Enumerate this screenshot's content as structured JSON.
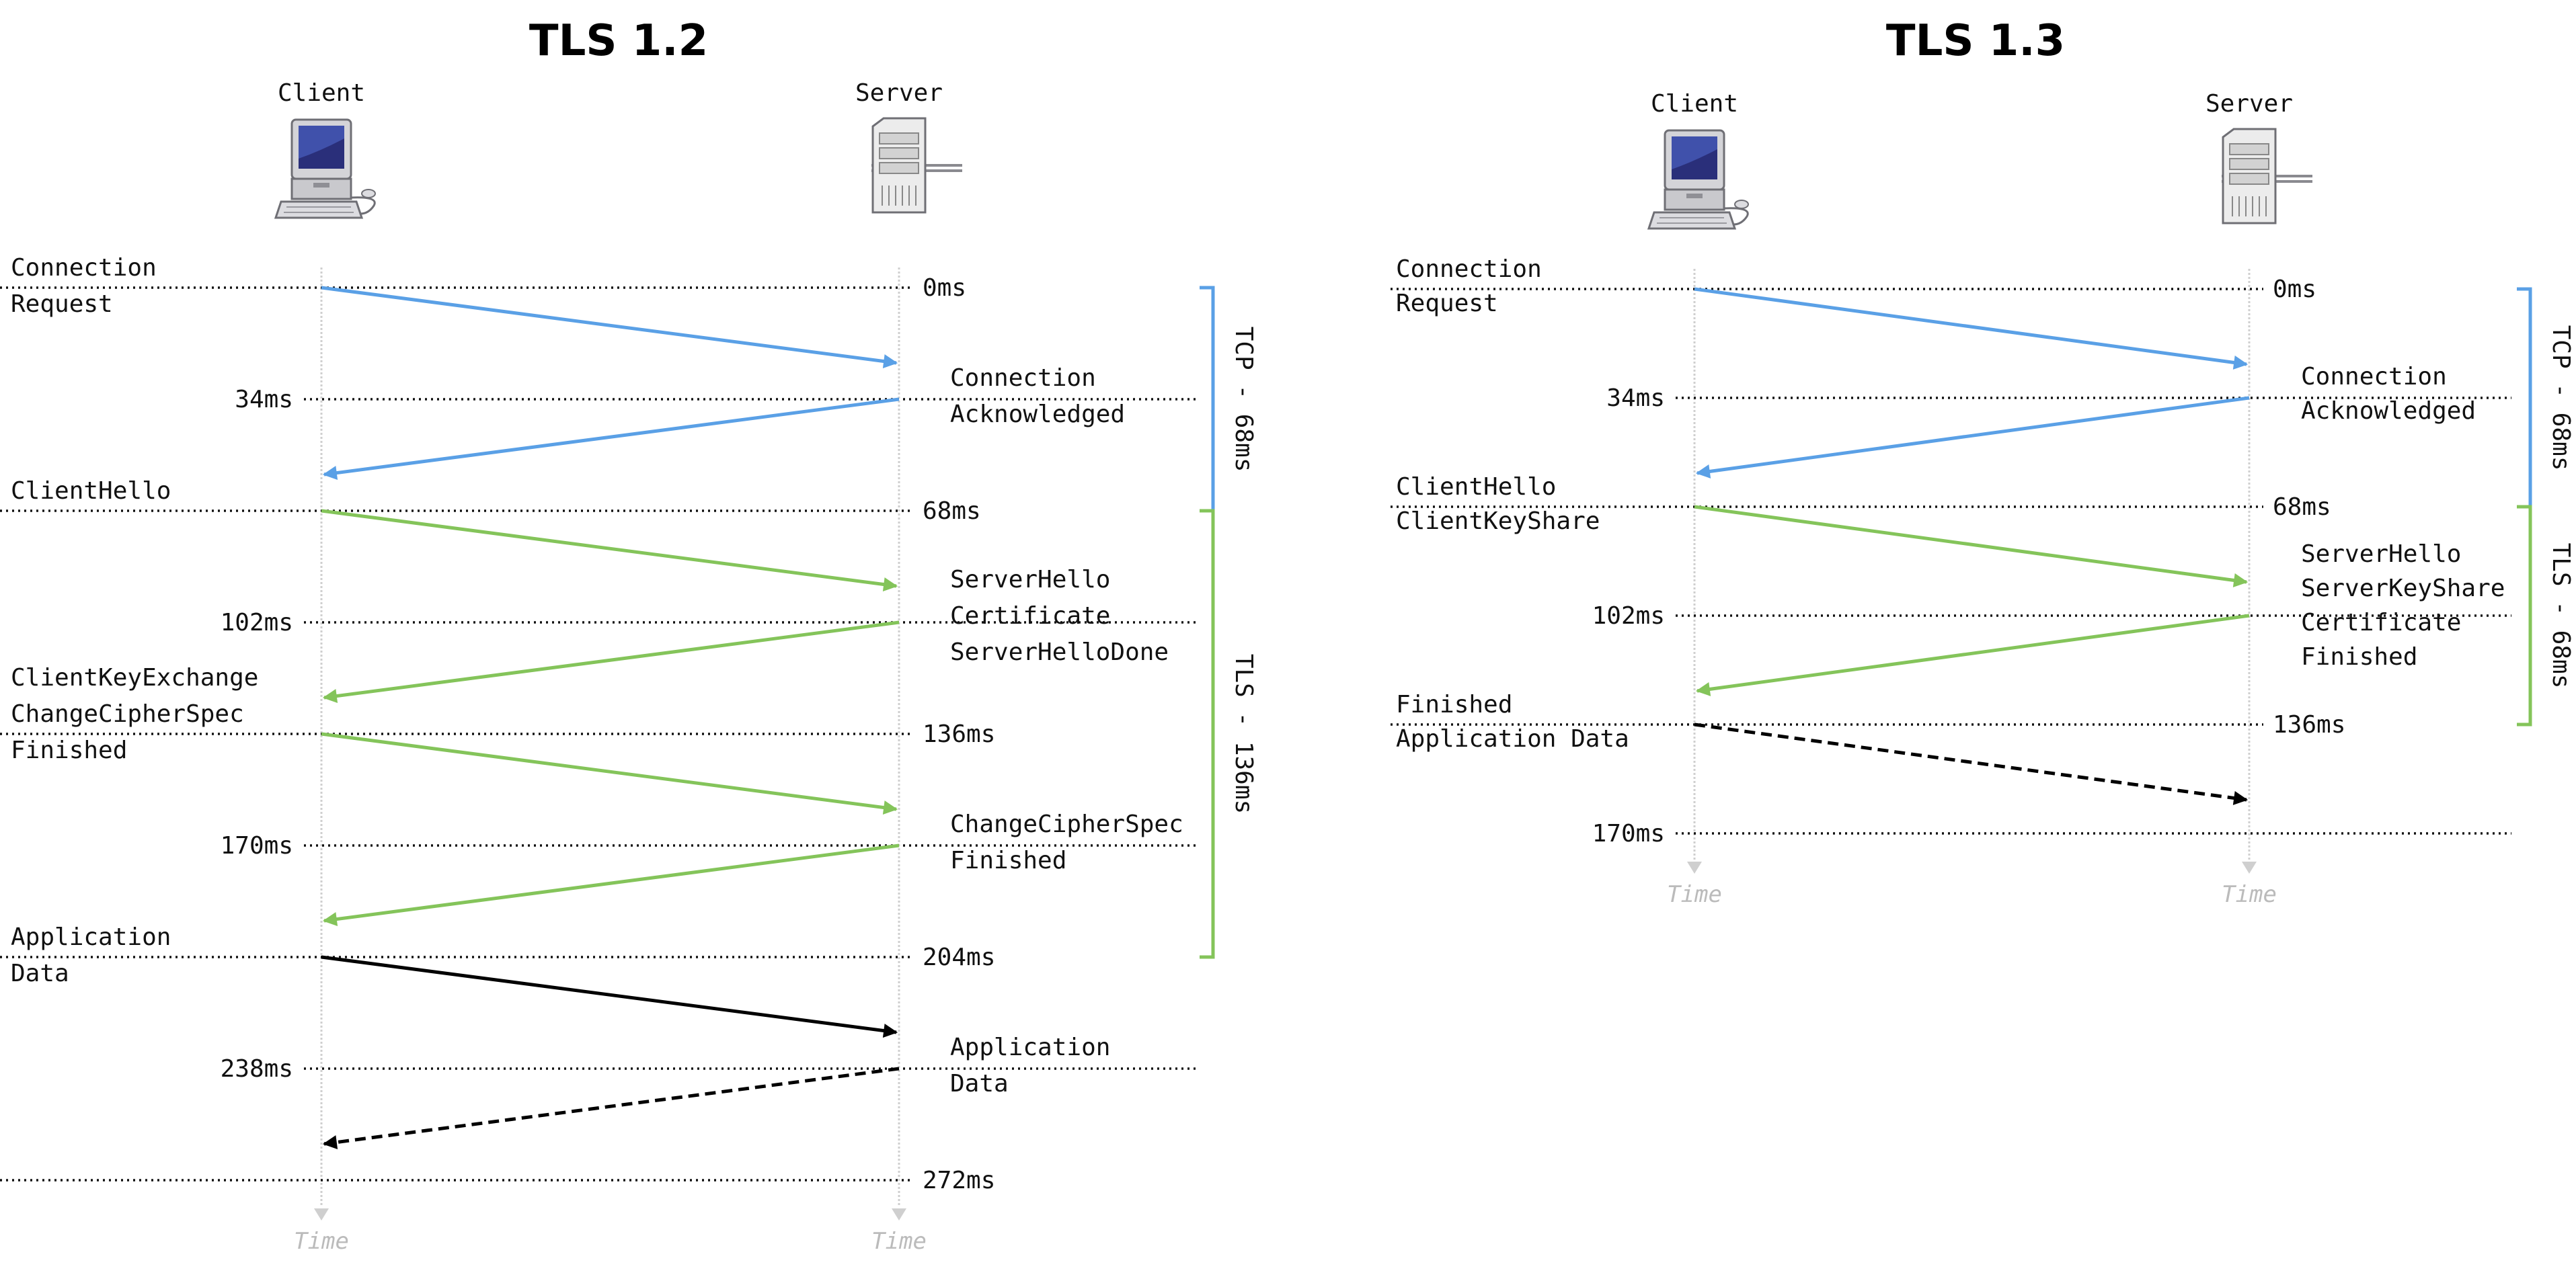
{
  "colors": {
    "tcp": "#5aa0e6",
    "tls": "#84c45a",
    "app": "#000000",
    "dotted": "#111111",
    "timeline": "#cfcfcf"
  },
  "diagrams": [
    {
      "id": "tls12",
      "title": "TLS 1.2",
      "client_label": "Client",
      "server_label": "Server",
      "time_label": "Time",
      "times": [
        {
          "label": "0ms",
          "side": "right"
        },
        {
          "label": "34ms",
          "side": "left"
        },
        {
          "label": "68ms",
          "side": "right"
        },
        {
          "label": "102ms",
          "side": "left"
        },
        {
          "label": "136ms",
          "side": "right"
        },
        {
          "label": "170ms",
          "side": "left"
        },
        {
          "label": "204ms",
          "side": "right"
        },
        {
          "label": "238ms",
          "side": "left"
        },
        {
          "label": "272ms",
          "side": "right"
        }
      ],
      "messages": [
        {
          "from": 0,
          "to": 1,
          "kind": "tcp",
          "dashed": false
        },
        {
          "from": 1,
          "to": 2,
          "kind": "tcp",
          "dashed": false
        },
        {
          "from": 2,
          "to": 3,
          "kind": "tls",
          "dashed": false
        },
        {
          "from": 3,
          "to": 4,
          "kind": "tls",
          "dashed": false
        },
        {
          "from": 4,
          "to": 5,
          "kind": "tls",
          "dashed": false
        },
        {
          "from": 5,
          "to": 6,
          "kind": "tls",
          "dashed": false
        },
        {
          "from": 6,
          "to": 7,
          "kind": "app",
          "dashed": false
        },
        {
          "from": 7,
          "to": 8,
          "kind": "app",
          "dashed": true
        }
      ],
      "client_notes": [
        {
          "at": 0,
          "lines": [
            "Connection",
            "Request"
          ]
        },
        {
          "at": 2,
          "lines": [
            "ClientHello"
          ]
        },
        {
          "at": 4,
          "lines": [
            "ClientKeyExchange",
            "ChangeCipherSpec",
            "Finished"
          ]
        },
        {
          "at": 6,
          "lines": [
            "Application",
            "Data"
          ]
        }
      ],
      "server_notes": [
        {
          "at": 1,
          "lines": [
            "Connection",
            "Acknowledged"
          ]
        },
        {
          "at": 3,
          "lines": [
            "ServerHello",
            "Certificate",
            "ServerHelloDone"
          ]
        },
        {
          "at": 5,
          "lines": [
            "ChangeCipherSpec",
            "Finished"
          ]
        },
        {
          "at": 7,
          "lines": [
            "Application",
            "Data"
          ]
        }
      ],
      "brackets": [
        {
          "label": "TCP - 68ms",
          "from": 0,
          "to": 2,
          "kind": "tcp"
        },
        {
          "label": "TLS - 136ms",
          "from": 2,
          "to": 6,
          "kind": "tls"
        }
      ]
    },
    {
      "id": "tls13",
      "title": "TLS 1.3",
      "client_label": "Client",
      "server_label": "Server",
      "time_label": "Time",
      "times": [
        {
          "label": "0ms",
          "side": "right"
        },
        {
          "label": "34ms",
          "side": "left"
        },
        {
          "label": "68ms",
          "side": "right"
        },
        {
          "label": "102ms",
          "side": "left"
        },
        {
          "label": "136ms",
          "side": "right"
        },
        {
          "label": "170ms",
          "side": "left"
        }
      ],
      "messages": [
        {
          "from": 0,
          "to": 1,
          "kind": "tcp",
          "dashed": false
        },
        {
          "from": 1,
          "to": 2,
          "kind": "tcp",
          "dashed": false
        },
        {
          "from": 2,
          "to": 3,
          "kind": "tls",
          "dashed": false
        },
        {
          "from": 3,
          "to": 4,
          "kind": "tls",
          "dashed": false
        },
        {
          "from": 4,
          "to": 5,
          "kind": "app",
          "dashed": true
        }
      ],
      "client_notes": [
        {
          "at": 0,
          "lines": [
            "Connection",
            "Request"
          ]
        },
        {
          "at": 2,
          "lines": [
            "ClientHello",
            "ClientKeyShare"
          ]
        },
        {
          "at": 4,
          "lines": [
            "Finished",
            "Application Data"
          ]
        }
      ],
      "server_notes": [
        {
          "at": 1,
          "lines": [
            "Connection",
            "Acknowledged"
          ]
        },
        {
          "at": 3,
          "lines": [
            "ServerHello",
            "ServerKeyShare",
            "Certificate",
            "Finished"
          ]
        }
      ],
      "brackets": [
        {
          "label": "TCP - 68ms",
          "from": 0,
          "to": 2,
          "kind": "tcp"
        },
        {
          "label": "TLS - 68ms",
          "from": 2,
          "to": 4,
          "kind": "tls"
        }
      ]
    }
  ]
}
